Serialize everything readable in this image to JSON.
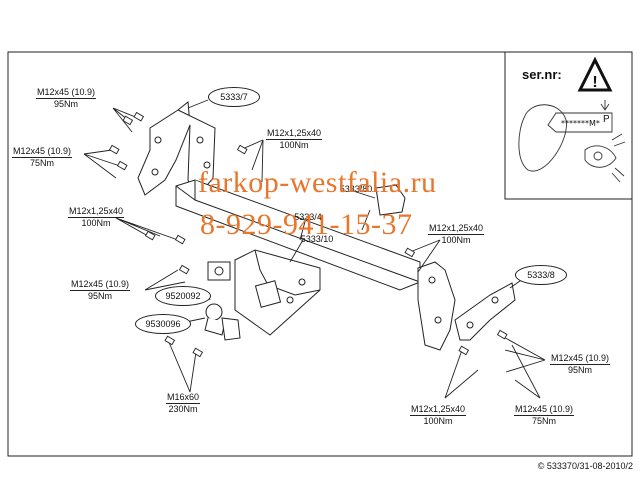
{
  "serial_box": {
    "label": "ser.nr:",
    "stars_text": "*******M*",
    "p_mark": "P"
  },
  "part_refs": [
    "5333/7",
    "5333/8",
    "5333/4",
    "5333/10",
    "5333/80",
    "9520092",
    "9530096"
  ],
  "torque_labels": [
    {
      "bolt": "M12x45 (10.9)",
      "torque": "95Nm"
    },
    {
      "bolt": "M12x45 (10.9)",
      "torque": "75Nm"
    },
    {
      "bolt": "M12x1,25x40",
      "torque": "100Nm"
    },
    {
      "bolt": "M12x1,25x40",
      "torque": "100Nm"
    },
    {
      "bolt": "M12x1,25x40",
      "torque": "100Nm"
    },
    {
      "bolt": "M12x45 (10.9)",
      "torque": "95Nm"
    },
    {
      "bolt": "M16x60",
      "torque": "230Nm"
    },
    {
      "bolt": "M12x45 (10.9)",
      "torque": "95Nm"
    },
    {
      "bolt": "M12x1,25x40",
      "torque": "100Nm"
    },
    {
      "bolt": "M12x45 (10.9)",
      "torque": "75Nm"
    }
  ],
  "watermark": {
    "site": "farkop-westfalia.ru",
    "phone": "8-929-941-15-37",
    "color": "#e8762c"
  },
  "copyright": "© 533370/31-08-2010/2"
}
